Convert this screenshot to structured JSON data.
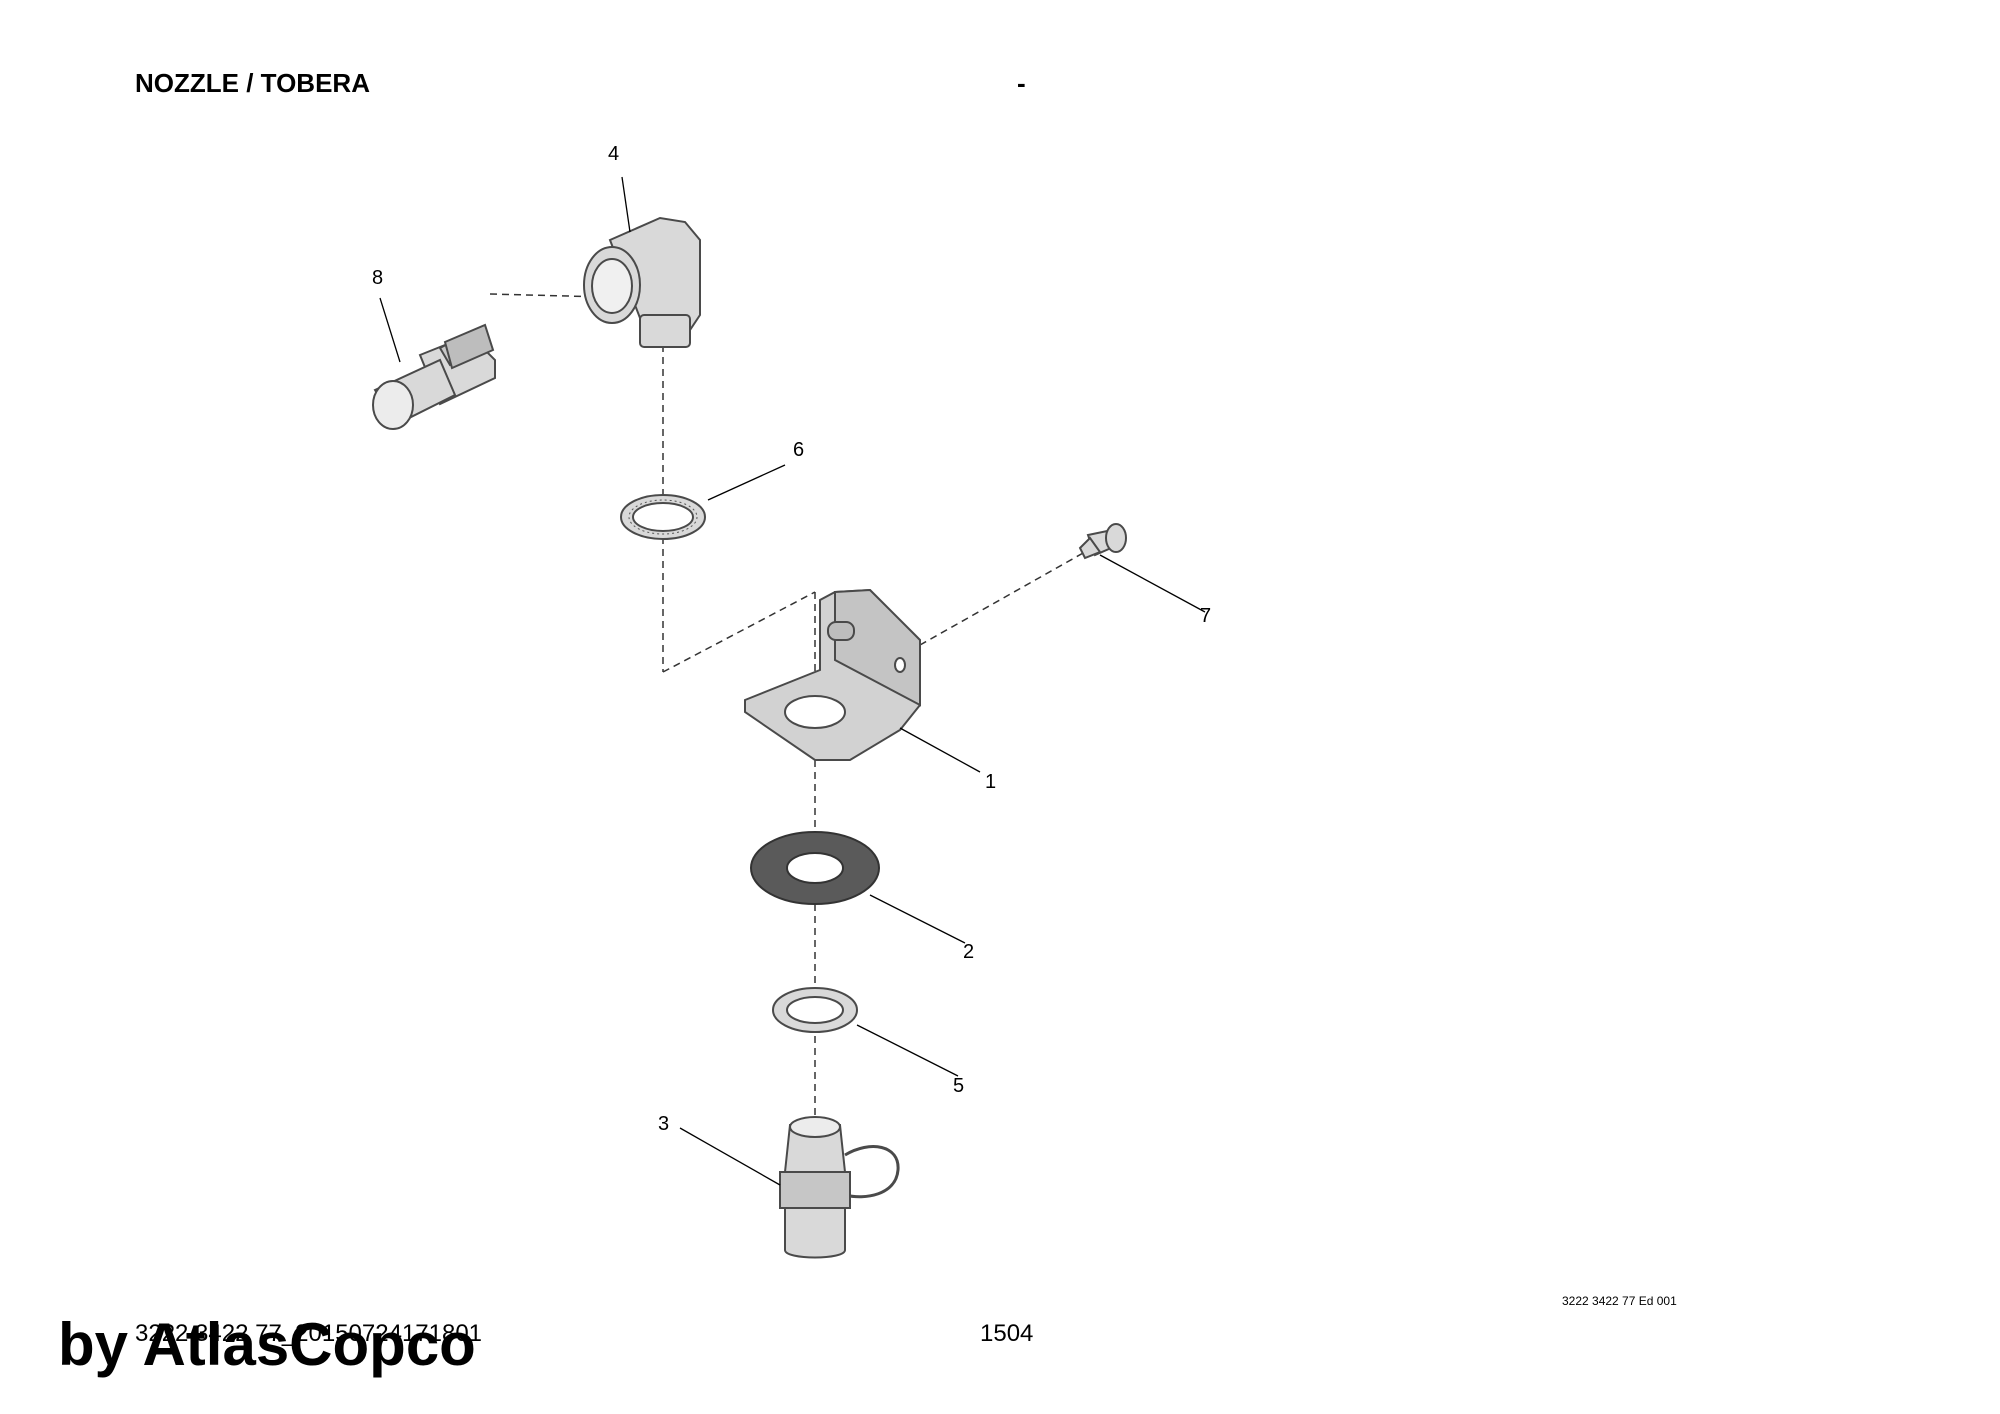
{
  "header": {
    "title": "NOZZLE / TOBERA",
    "separator": "-"
  },
  "callouts": {
    "c1": "1",
    "c2": "2",
    "c3": "3",
    "c4": "4",
    "c5": "5",
    "c6": "6",
    "c7": "7",
    "c8": "8"
  },
  "footer": {
    "edition": "3222 3422 77 Ed 001",
    "doc_number": "3222 3422 77_20150724171801",
    "page": "1504",
    "watermark": "by AtlasCopco"
  },
  "colors": {
    "part_fill": "#d9d9d9",
    "part_stroke": "#4a4a4a",
    "gasket_fill": "#5a5a5a"
  }
}
